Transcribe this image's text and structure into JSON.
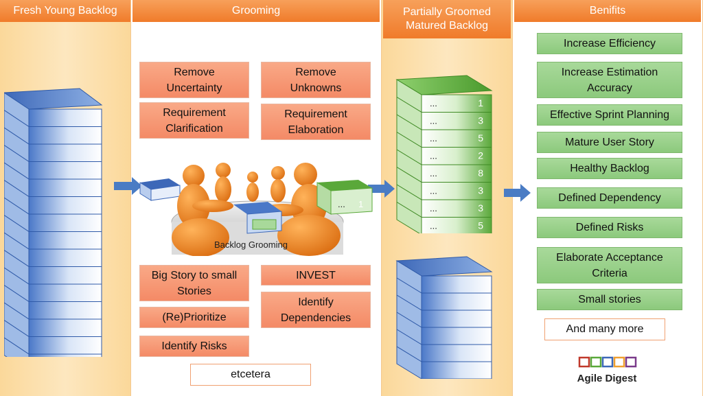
{
  "headers": {
    "fresh": "Fresh Young Backlog",
    "grooming": "Grooming",
    "partial": "Partially Groomed\nMatured Backlog",
    "benefits": "Benifits"
  },
  "grooming_top": [
    "Remove\nUncertainty",
    "Remove\nUnknowns",
    "Requirement\nClarification",
    "Requirement\nElaboration"
  ],
  "illustration_caption": "Backlog Grooming",
  "groomed_item_label": "...",
  "groomed_item_number": "1",
  "grooming_bottom": [
    "Big Story to small\nStories",
    "INVEST",
    "(Re)Prioritize",
    "Identify\nDependencies",
    "Identify Risks"
  ],
  "grooming_more": "etcetera",
  "matured_stack": [
    {
      "label": "...",
      "value": "1"
    },
    {
      "label": "...",
      "value": "3"
    },
    {
      "label": "...",
      "value": "5"
    },
    {
      "label": "...",
      "value": "2"
    },
    {
      "label": "...",
      "value": "8"
    },
    {
      "label": "...",
      "value": "3"
    },
    {
      "label": "...",
      "value": "3"
    },
    {
      "label": "...",
      "value": "5"
    }
  ],
  "benefits": [
    "Increase Efficiency",
    "Increase Estimation\nAccuracy",
    "Effective Sprint Planning",
    "Mature User Story",
    "Healthy Backlog",
    "Defined Dependency",
    "Defined Risks",
    "Elaborate Acceptance\nCriteria",
    "Small stories"
  ],
  "benefits_more": "And many more",
  "logo_text": "Agile Digest",
  "colors": {
    "header": "#f07b2a",
    "orange_box": "#f48a66",
    "green_box": "#8cc97c",
    "blue_stack": "#4a78c8",
    "green_stack": "#5aa83a",
    "arrow": "#4a7cc4",
    "figure": "#e87a1a"
  }
}
